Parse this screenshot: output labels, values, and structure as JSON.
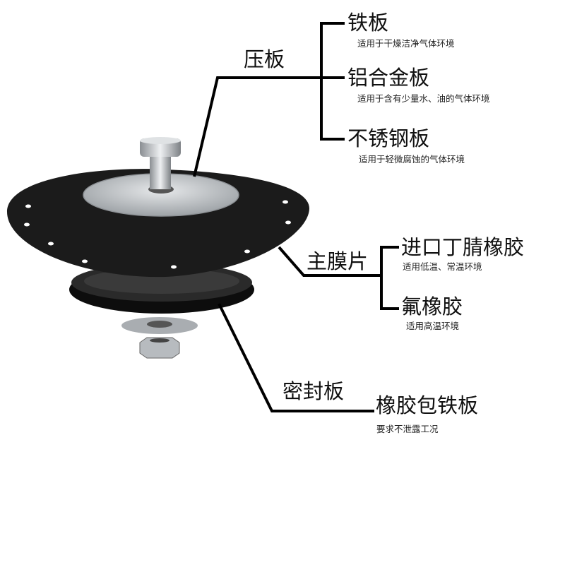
{
  "pressure_plate": {
    "label": "压板",
    "options": [
      {
        "name": "铁板",
        "note": "适用于干燥洁净气体环境"
      },
      {
        "name": "铝合金板",
        "note": "适用于含有少量水、油的气体环境"
      },
      {
        "name": "不锈钢板",
        "note": "适用于轻微腐蚀的气体环境"
      }
    ]
  },
  "main_diaphragm": {
    "label": "主膜片",
    "options": [
      {
        "name": "进口丁腈橡胶",
        "note": "适用低温、常温环境"
      },
      {
        "name": "氟橡胶",
        "note": "适用高温环境"
      }
    ]
  },
  "seal_plate": {
    "label": "密封板",
    "options": [
      {
        "name": "橡胶包铁板",
        "note": "要求不泄露工况"
      }
    ]
  },
  "colors": {
    "line": "#000000",
    "rubber": "#1a1a1a",
    "metal": "#b8bcc0"
  }
}
